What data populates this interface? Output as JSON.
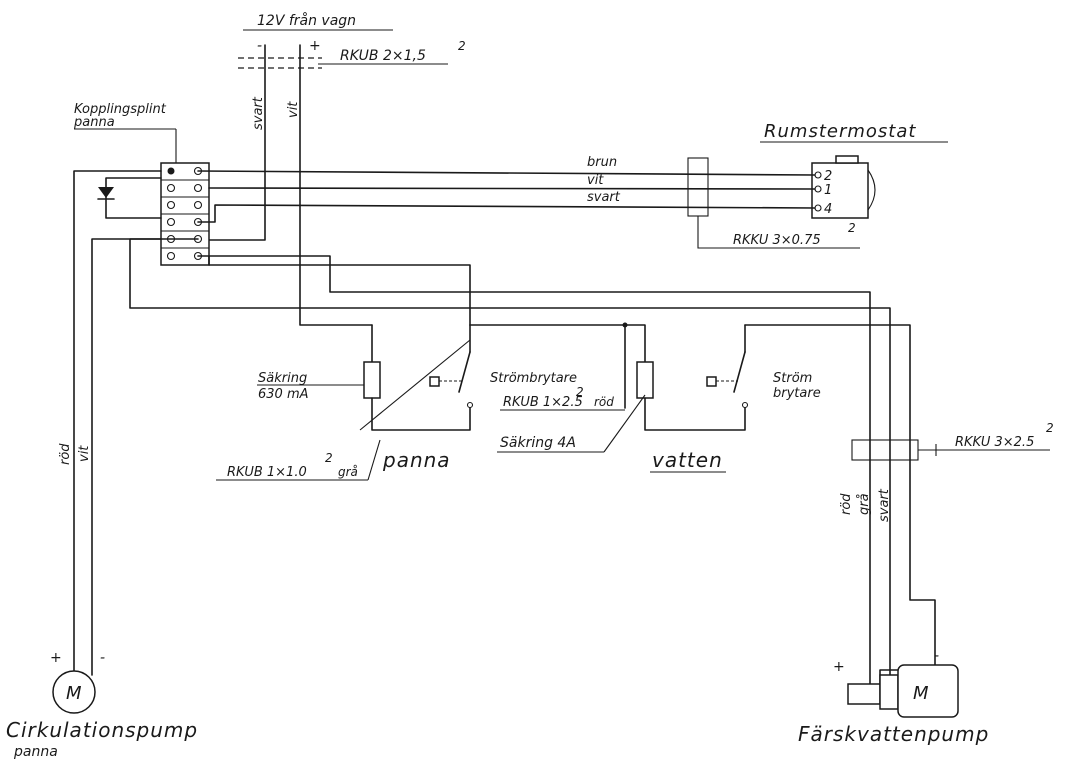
{
  "supply": {
    "label": "12V från vagn",
    "minus": "-",
    "plus": "+",
    "cable": "RKUB 2×1,5",
    "cable_sup": "2",
    "wire_minus": "svart",
    "wire_plus": "vit"
  },
  "terminal_block": {
    "label_line1": "Kopplingsplint",
    "label_line2": "panna"
  },
  "thermostat": {
    "title": "Rumstermostat",
    "wires": [
      "brun",
      "vit",
      "svart"
    ],
    "terminals": [
      "2",
      "1",
      "4"
    ],
    "cable": "RKKU 3×0.75",
    "cable_sup": "2"
  },
  "boiler_circuit": {
    "fuse_line1": "Säkring",
    "fuse_line2": "630 mA",
    "switch": "Strömbrytare",
    "label": "panna",
    "cable": "RKUB 1×1.0",
    "cable_sup": "2",
    "cable_color": "grå"
  },
  "water_circuit": {
    "cable": "RKUB 1×2.5",
    "cable_sup": "2",
    "cable_color": "röd",
    "fuse": "Säkring 4A",
    "switch_line1": "Ström",
    "switch_line2": "brytare",
    "label": "vatten"
  },
  "circulation_pump": {
    "motor": "M",
    "plus": "+",
    "minus": "-",
    "wire1": "röd",
    "wire2": "vit",
    "label_line1": "Cirkulationspump",
    "label_line2": "panna"
  },
  "fresh_water_pump": {
    "motor": "M",
    "plus": "+",
    "minus": "-",
    "wires": [
      "röd",
      "grå",
      "svart"
    ],
    "cable": "RKKU  3×2.5",
    "cable_sup": "2",
    "label": "Färskvattenpump"
  }
}
